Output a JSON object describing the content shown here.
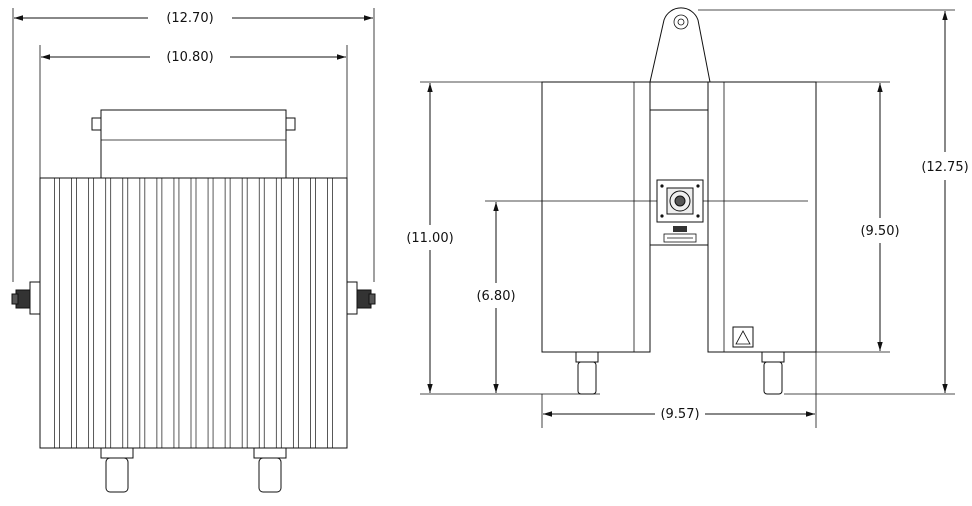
{
  "dimensions": {
    "front_overall_width": "(12.70)",
    "front_body_width": "(10.80)",
    "side_overall_height": "(12.75)",
    "side_height_left": "(11.00)",
    "side_connector_height": "(6.80)",
    "side_body_height": "(9.50)",
    "side_overall_depth": "(9.57)"
  }
}
